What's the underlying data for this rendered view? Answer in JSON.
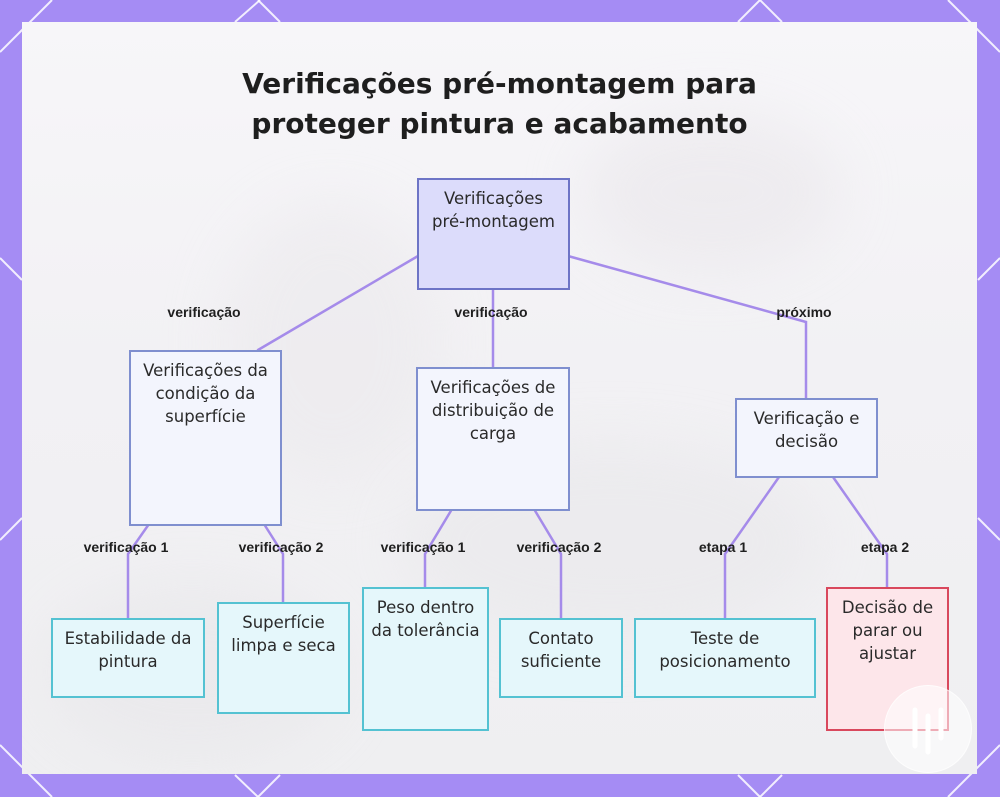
{
  "title": "Verificações pré-montagem para\nproteger pintura e acabamento",
  "nodes": {
    "root": "Verificações pré-montagem",
    "surface": "Verificações da condição da superfície",
    "load": "Verificações de distribuição de carga",
    "decision": "Verificação e decisão",
    "paint": "Estabilidade da pintura",
    "clean": "Superfície limpa e seca",
    "weight": "Peso dentro da tolerância",
    "contact": "Contato suficiente",
    "positioning": "Teste de posicionamento",
    "stop": "Decisão de parar ou ajustar"
  },
  "edges": {
    "root_surface": "verificação",
    "root_load": "verificação",
    "root_decision": "próximo",
    "surface_paint": "verificação 1",
    "surface_clean": "verificação 2",
    "load_weight": "verificação 1",
    "load_contact": "verificação 2",
    "decision_positioning": "etapa 1",
    "decision_stop": "etapa 2"
  },
  "colors": {
    "frame": "#a58cf4",
    "edge": "#a58bea",
    "root_fill": "#dcdcfb",
    "leaf_border": "#54c2d2",
    "stop_border": "#d9485d"
  }
}
